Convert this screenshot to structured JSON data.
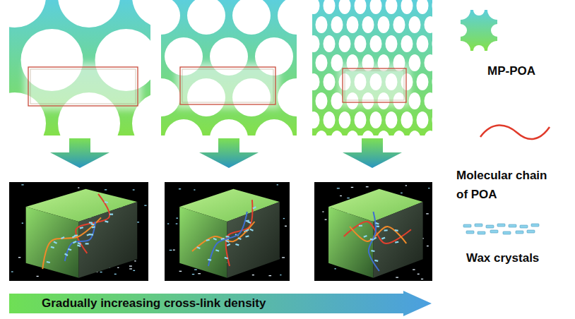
{
  "diagram": {
    "nodes": [
      {
        "text": [
          "Gradually increasing cross-link density"
        ]
      }
    ],
    "legend": [
      {
        "text": "MP-POA"
      },
      {
        "text": "Molecular chain of POA"
      },
      {
        "text": "Wax crystals"
      }
    ]
  }
}
